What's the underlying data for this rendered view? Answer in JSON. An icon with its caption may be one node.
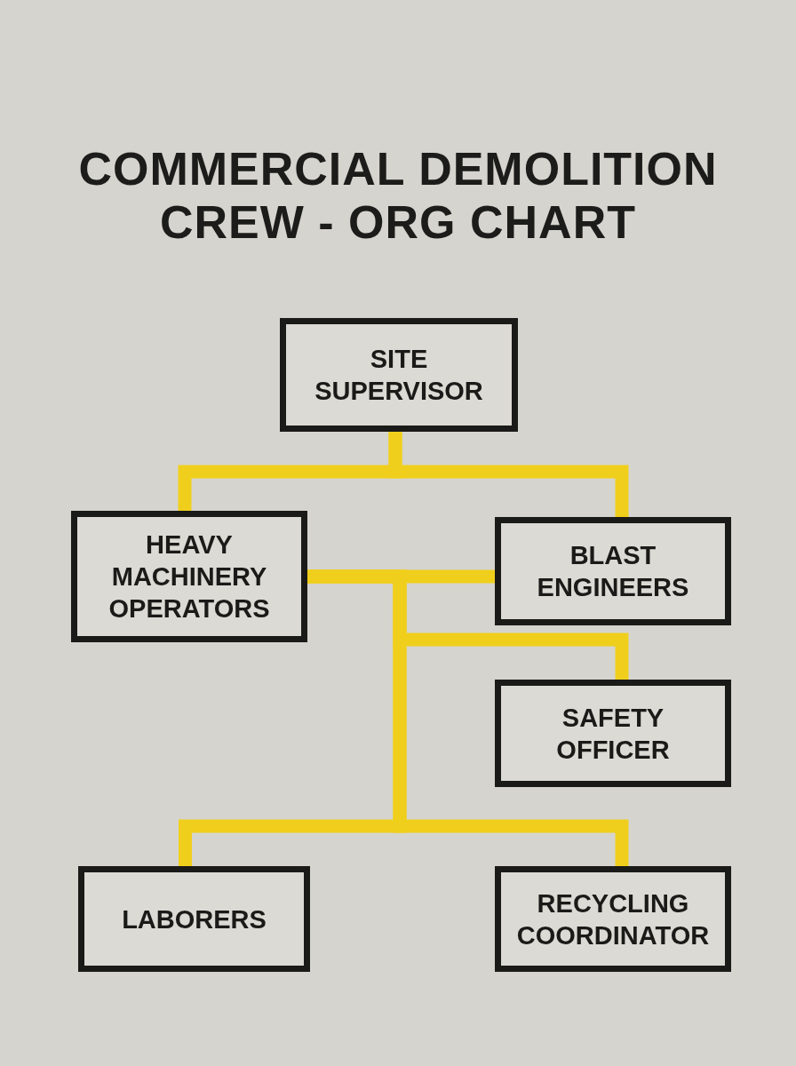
{
  "diagram": {
    "title": "COMMERCIAL DEMOLITION CREW - ORG CHART",
    "nodes": [
      {
        "text": [
          "SITE SUPERVISOR"
        ]
      },
      {
        "text": [
          "HEAVY MACHINERY OPERATORS"
        ]
      },
      {
        "text": [
          "BLAST ENGINEERS"
        ]
      },
      {
        "text": [
          "SAFETY OFFICER"
        ]
      },
      {
        "text": [
          "LABORERS"
        ]
      },
      {
        "text": [
          "RECYCLING COORDINATOR"
        ]
      }
    ],
    "edges": [
      {
        "from": 0,
        "to": 1,
        "arrow": "none"
      },
      {
        "from": 0,
        "to": 2,
        "arrow": "none"
      },
      {
        "from": 1,
        "to": 2,
        "arrow": "none"
      },
      {
        "from": 1,
        "to": 3,
        "arrow": "none"
      },
      {
        "from": 1,
        "to": 4,
        "arrow": "none"
      },
      {
        "from": 1,
        "to": 5,
        "arrow": "none"
      }
    ]
  }
}
